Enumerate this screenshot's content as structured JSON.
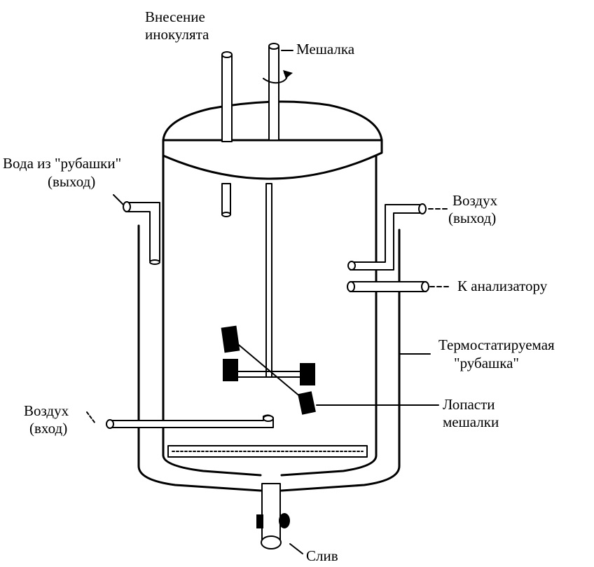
{
  "labels": {
    "inoculum": [
      "Внесение",
      "инокулята"
    ],
    "stirrer": "Мешалка",
    "jacket_water_out": [
      "Вода из \"рубашки\"",
      "(выход)"
    ],
    "air_out": [
      "Воздух",
      "(выход)"
    ],
    "to_analyzer": "К анализатору",
    "thermo_jacket": [
      "Термостатируемая",
      "\"рубашка\""
    ],
    "stirrer_blades": [
      "Лопасти",
      "мешалки"
    ],
    "air_in": [
      "Воздух",
      "(вход)"
    ],
    "drain": "Слив"
  },
  "colors": {
    "line": "#000000",
    "background": "#ffffff"
  }
}
